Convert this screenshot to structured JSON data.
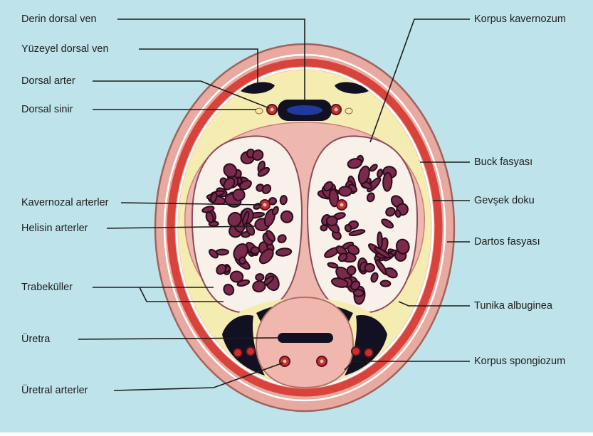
{
  "colors": {
    "background": "#bfe3ea",
    "outer_skin": "#e8a9a0",
    "skin_stroke": "#a0635c",
    "red_band": "#d8433c",
    "yellow_tissue": "#f4ecb0",
    "inner_pink": "#efb8ae",
    "sponge_white": "#f8f1ea",
    "sinus_purple": "#7a2a4a",
    "sinus_dark": "#2a0c1c",
    "vein_dark": "#111122",
    "vein_blue": "#1f3a9c",
    "artery_red": "#c4322c",
    "leader_line": "#1c1c1c"
  },
  "labels": {
    "left": [
      "Derin dorsal ven",
      "Yüzeyel dorsal ven",
      "Dorsal arter",
      "Dorsal sinir",
      "Kavernozal arterler",
      "Helisin arterler",
      "Trabeküller",
      "Üretra",
      "Üretral arterler"
    ],
    "right": [
      "Korpus kavernozum",
      "Buck fasyası",
      "Gevşek doku",
      "Dartos fasyası",
      "Tunika albuginea",
      "Korpus spongiozum"
    ]
  }
}
